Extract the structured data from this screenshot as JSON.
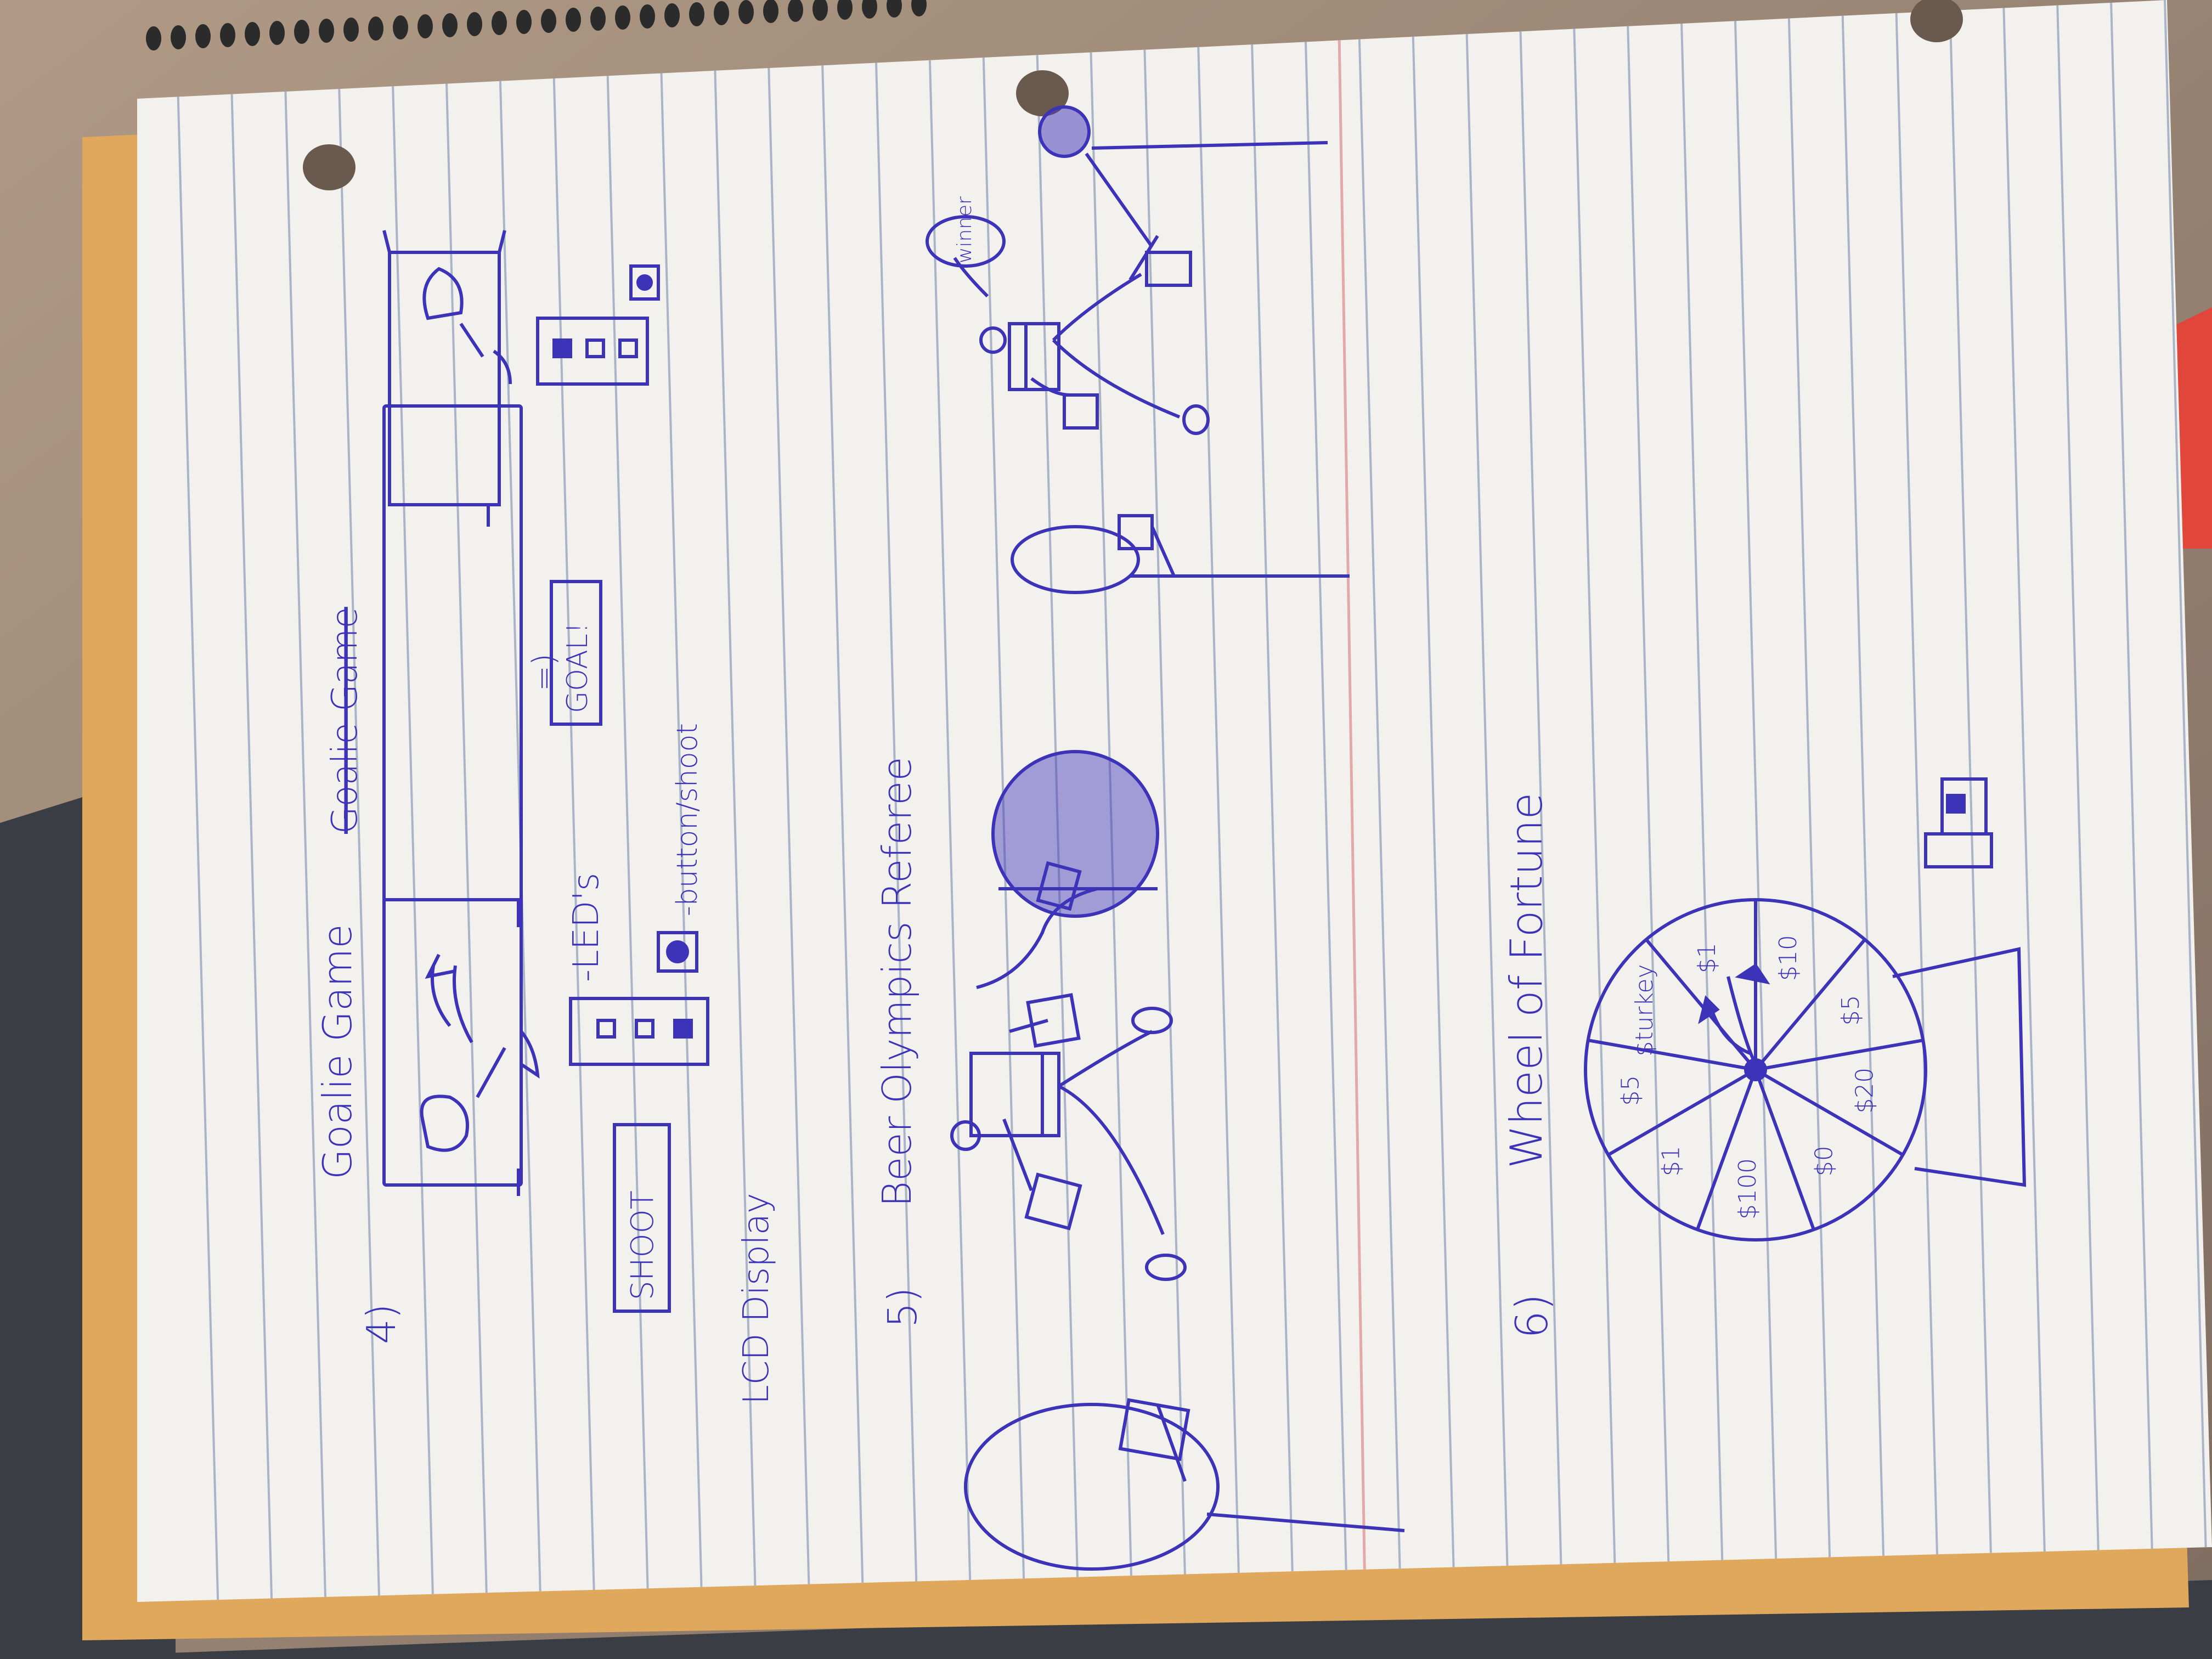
{
  "colors": {
    "ink": "#3d33b8",
    "paper": "#f3f1ee",
    "rule_line": "#a9b5c6",
    "margin_line": "#e3a8a8",
    "cardboard": "#e0a85c",
    "floor": "#a58f7c",
    "cloth": "#3b3d44"
  },
  "sections": [
    {
      "number": "4)",
      "title": "Goalie Game",
      "title_alt": "Goalie Game",
      "labels": {
        "leds": "-LED's",
        "button": "-button/shoot",
        "shoot_screen": "SHOOT",
        "lcd": "LCD Display",
        "arrow": "=)",
        "goal_screen": "GOAL!"
      }
    },
    {
      "number": "5)",
      "title": "Beer Olympics Referee",
      "labels": {
        "winner": "winner"
      }
    },
    {
      "number": "6)",
      "title": "Wheel of Fortune",
      "wheel_labels": [
        "$10",
        "$5",
        "$20",
        "$0",
        "$100",
        "$1",
        "$5",
        "$turkey",
        "$1"
      ]
    }
  ]
}
